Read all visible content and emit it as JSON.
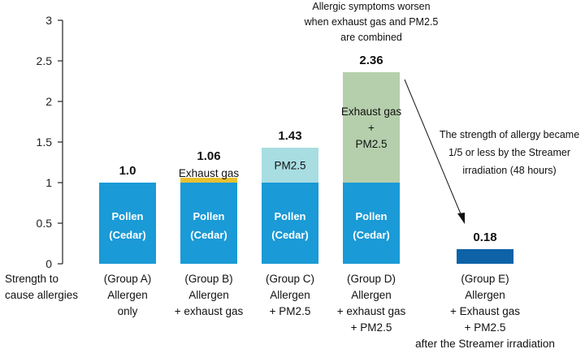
{
  "chart_data": {
    "type": "bar",
    "stacked": true,
    "ylabel": "Strength to cause allergies",
    "ylim": [
      0,
      3
    ],
    "yticks": [
      "0",
      "0.5",
      "1",
      "1.5",
      "2",
      "2.5",
      "3"
    ],
    "grid": false,
    "categories": [
      [
        "(Group A)",
        "Allergen",
        "only"
      ],
      [
        "(Group B)",
        "Allergen",
        "+ exhaust gas"
      ],
      [
        "(Group C)",
        "Allergen",
        "+ PM2.5"
      ],
      [
        "(Group D)",
        "Allergen",
        "+ exhaust gas",
        "+ PM2.5"
      ],
      [
        "(Group E)",
        "Allergen",
        "+ Exhaust gas",
        "+ PM2.5",
        "after the Streamer irradiation"
      ]
    ],
    "bars": [
      {
        "total_label": "1.0",
        "segments": [
          {
            "value": 1.0,
            "color": "#1a9ad6",
            "label": [
              "Pollen",
              "(Cedar)"
            ]
          }
        ]
      },
      {
        "total_label": "1.06",
        "segments": [
          {
            "value": 1.0,
            "color": "#1a9ad6",
            "label": [
              "Pollen",
              "(Cedar)"
            ]
          },
          {
            "value": 0.06,
            "color": "#e8c030",
            "label": [
              "Exhaust gas"
            ]
          }
        ]
      },
      {
        "total_label": "1.43",
        "segments": [
          {
            "value": 1.0,
            "color": "#1a9ad6",
            "label": [
              "Pollen",
              "(Cedar)"
            ]
          },
          {
            "value": 0.43,
            "color": "#a8dde2",
            "label": [
              "PM2.5"
            ]
          }
        ]
      },
      {
        "total_label": "2.36",
        "segments": [
          {
            "value": 1.0,
            "color": "#1a9ad6",
            "label": [
              "Pollen",
              "(Cedar)"
            ]
          },
          {
            "value": 1.36,
            "color": "#b5cfac",
            "label": [
              "Exhaust gas",
              "+",
              "PM2.5"
            ]
          }
        ]
      },
      {
        "total_label": "0.18",
        "segments": [
          {
            "value": 0.18,
            "color": "#0d62a8",
            "label": []
          }
        ]
      }
    ],
    "annotations": {
      "top_note": [
        "Allergic symptoms worsen",
        "when exhaust gas and PM2.5",
        "are combined"
      ],
      "side_note": [
        "The strength of allergy became",
        "1/5 or less by the Streamer",
        "irradiation (48 hours)"
      ]
    }
  }
}
